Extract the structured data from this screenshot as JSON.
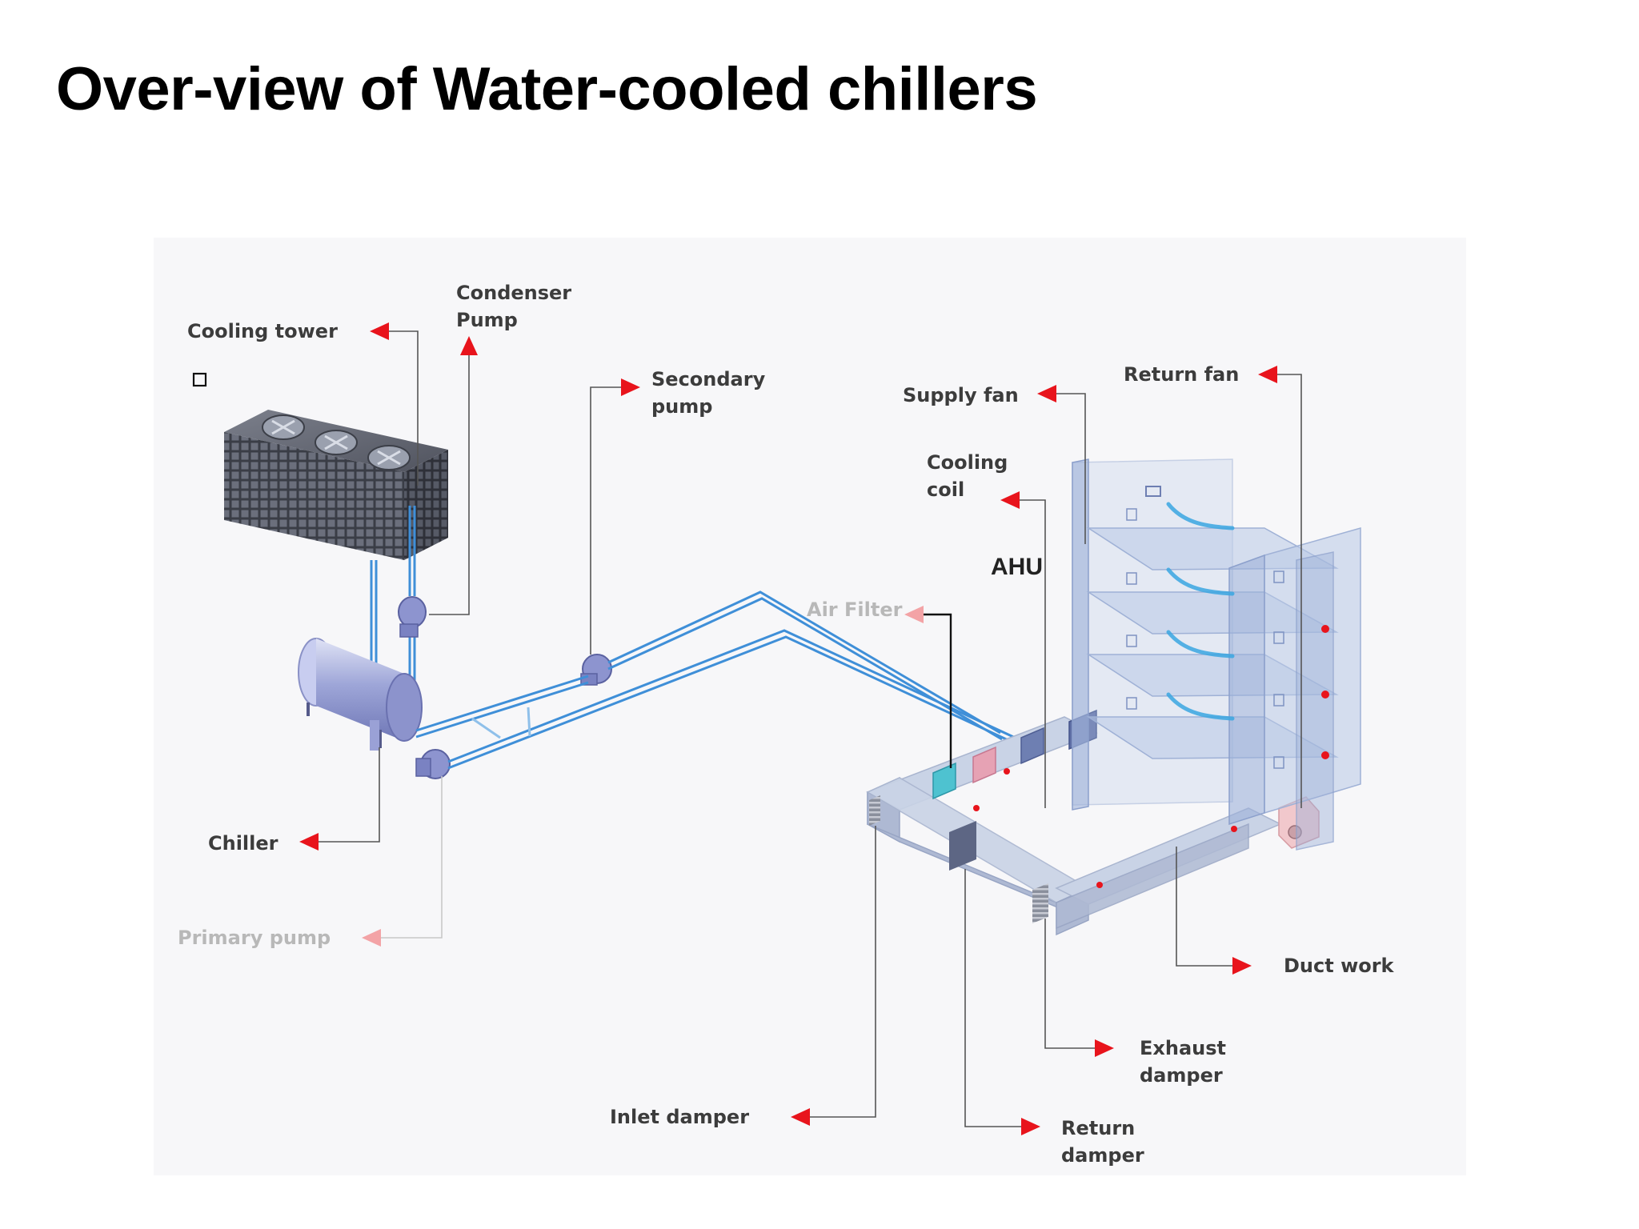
{
  "title": "Over-view of Water-cooled chillers",
  "labels": {
    "cooling_tower": "Cooling tower",
    "condenser_pump_line1": "Condenser",
    "condenser_pump_line2": "Pump",
    "secondary_pump_line1": "Secondary",
    "secondary_pump_line2": "pump",
    "supply_fan": "Supply fan",
    "return_fan": "Return fan",
    "cooling_coil_line1": "Cooling",
    "cooling_coil_line2": "coil",
    "ahu": "AHU",
    "air_filter": "Air Filter",
    "chiller": "Chiller",
    "primary_pump": "Primary pump",
    "duct_work": "Duct work",
    "exhaust_damper_line1": "Exhaust",
    "exhaust_damper_line2": "damper",
    "inlet_damper": "Inlet damper",
    "return_damper_line1": "Return",
    "return_damper_line2": "damper"
  },
  "colors": {
    "arrow": "#e8141c",
    "pipe": "#3f8fd8",
    "duct": "#c9d3e6",
    "cooling_tower": "#3a3d46"
  },
  "icons": {
    "checkbox": "square-outline-icon",
    "arrow": "triangle-arrow-icon"
  }
}
